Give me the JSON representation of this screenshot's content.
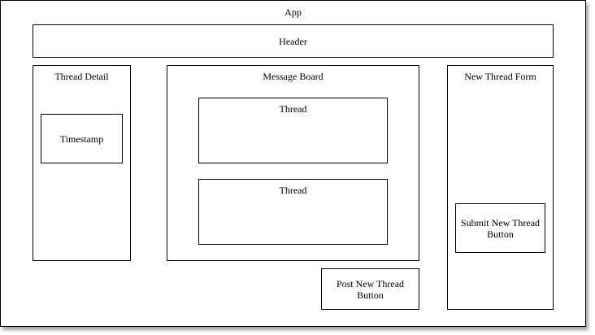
{
  "diagram": {
    "app_label": "App",
    "header_label": "Header",
    "thread_detail_label": "Thread Detail",
    "timestamp_label": "Timestamp",
    "message_board_label": "Message Board",
    "threads": [
      {
        "label": "Thread"
      },
      {
        "label": "Thread"
      }
    ],
    "new_thread_form_label": "New Thread Form",
    "submit_button_label": "Submit New Thread\nButton",
    "post_button_label": "Post New Thread\nButton"
  }
}
